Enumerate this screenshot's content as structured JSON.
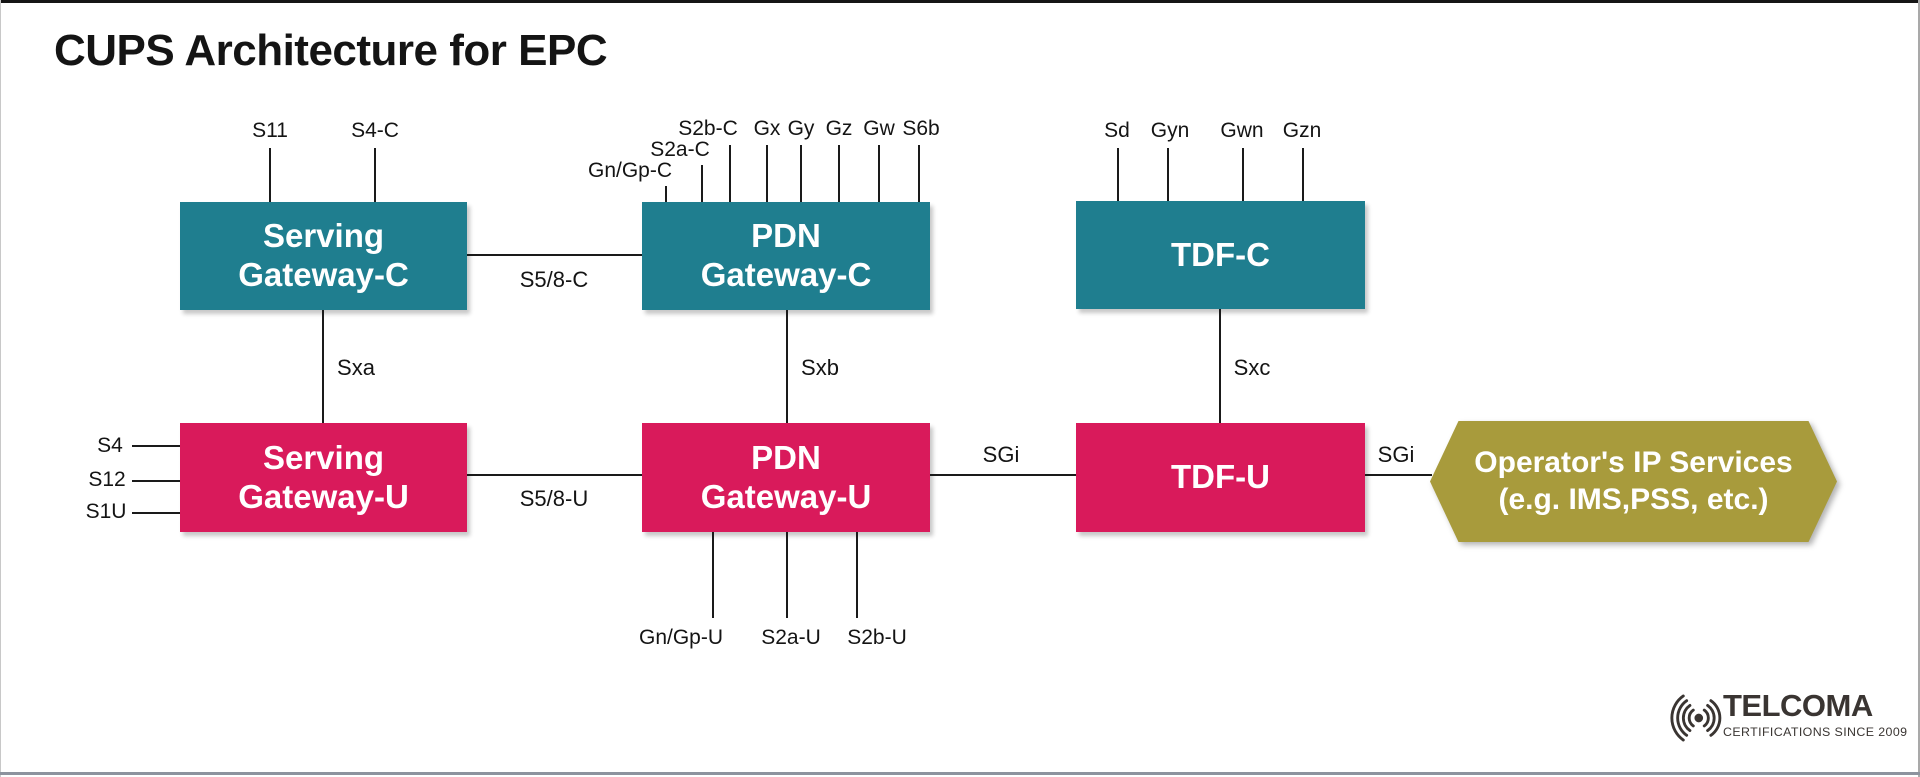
{
  "title": "CUPS Architecture for EPC",
  "diagram": {
    "nodes": {
      "sgc": {
        "line1": "Serving",
        "line2": "Gateway-C"
      },
      "pdnc": {
        "line1": "PDN",
        "line2": "Gateway-C"
      },
      "tdfc": {
        "line1": "TDF-C"
      },
      "sgu": {
        "line1": "Serving",
        "line2": "Gateway-U"
      },
      "pdnu": {
        "line1": "PDN",
        "line2": "Gateway-U"
      },
      "tdfu": {
        "line1": "TDF-U"
      },
      "services": {
        "line1": "Operator's IP Services",
        "line2": "(e.g. IMS,PSS, etc.)"
      }
    },
    "edge_labels": {
      "s58c": "S5/8-C",
      "s58u": "S5/8-U",
      "sgi_pdn_tdf": "SGi",
      "sgi_tdf_services": "SGi",
      "sxa": "Sxa",
      "sxb": "Sxb",
      "sxc": "Sxc"
    },
    "stub_labels": {
      "sgc_top": [
        "S11",
        "S4-C"
      ],
      "pdnc_top": [
        "Gn/Gp-C",
        "S2a-C",
        "S2b-C",
        "Gx",
        "Gy",
        "Gz",
        "Gw",
        "S6b"
      ],
      "tdfc_top": [
        "Sd",
        "Gyn",
        "Gwn",
        "Gzn"
      ],
      "sgu_left": [
        "S4",
        "S12",
        "S1U"
      ],
      "pdnu_bottom": [
        "Gn/Gp-U",
        "S2a-U",
        "S2b-U"
      ]
    }
  },
  "logo": {
    "brand": "TELCOMA",
    "tagline": "CERTIFICATIONS SINCE 2009"
  },
  "colors": {
    "control_plane": "#1F7E8F",
    "user_plane": "#D91A5B",
    "services": "#A89B3C",
    "connector": "#1A1A1A"
  }
}
